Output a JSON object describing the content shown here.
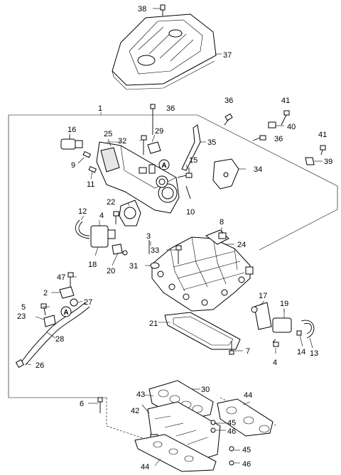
{
  "diagram": {
    "labels": {
      "p1": "1",
      "p2": "2",
      "p3": "3",
      "p4a": "4",
      "p4b": "4",
      "p5": "5",
      "p6": "6",
      "p7": "7",
      "p8": "8",
      "p9": "9",
      "p10": "10",
      "p11": "11",
      "p12": "12",
      "p13": "13",
      "p14": "14",
      "p15": "15",
      "p16": "16",
      "p17": "17",
      "p18": "18",
      "p19": "19",
      "p20": "20",
      "p21": "21",
      "p22": "22",
      "p23": "23",
      "p24": "24",
      "p25": "25",
      "p26": "26",
      "p27": "27",
      "p28": "28",
      "p29": "29",
      "p30": "30",
      "p31": "31",
      "p32": "32",
      "p33": "33",
      "p34": "34",
      "p35": "35",
      "p36a": "36",
      "p36b": "36",
      "p36c": "36",
      "p37": "37",
      "p38": "38",
      "p39": "39",
      "p40": "40",
      "p41a": "41",
      "p41b": "41",
      "p42": "42",
      "p43": "43",
      "p44a": "44",
      "p44b": "44",
      "p45a": "45",
      "p45b": "45",
      "p46a": "46",
      "p46b": "46",
      "p47": "47",
      "refA1": "A",
      "refA2": "A"
    }
  }
}
